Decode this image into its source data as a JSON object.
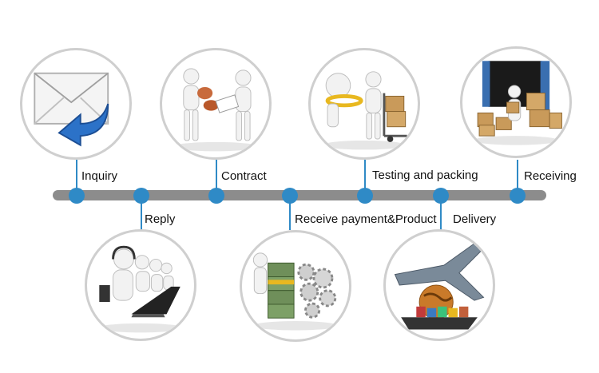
{
  "colors": {
    "timeline": "#8c8c8c",
    "accent": "#2f8ac6",
    "circle_border": "#cfcfcf"
  },
  "steps": [
    {
      "label": "Inquiry",
      "icon": "envelope-reply-icon"
    },
    {
      "label": "Reply",
      "icon": "call-center-icon"
    },
    {
      "label": "Contract",
      "icon": "contract-handshake-icon"
    },
    {
      "label": "Receive payment&Product",
      "icon": "money-gears-icon"
    },
    {
      "label": "Testing and packing",
      "icon": "testing-packing-icon"
    },
    {
      "label": "Delivery",
      "icon": "airplane-ship-globe-icon"
    },
    {
      "label": "Receiving",
      "icon": "container-boxes-icon"
    }
  ]
}
